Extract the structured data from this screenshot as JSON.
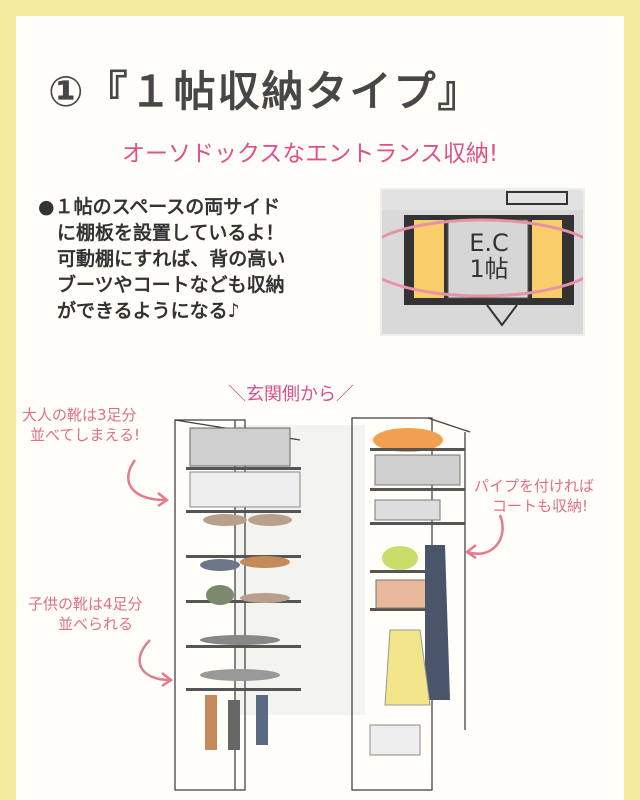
{
  "title": "①『１帖収納タイプ』",
  "subtitle": "オーソドックスなエントランス収納!",
  "bullet_lines": [
    "●１帖のスペースの両サイド",
    "　に棚板を設置しているよ！",
    "　可動棚にすれば、背の高い",
    "　ブーツやコートなども収納",
    "　ができるようになる♪"
  ],
  "floor_plan": {
    "label_line1": "E.C",
    "label_line2": "1帖"
  },
  "illustration": {
    "view_label": "＼玄関側から／",
    "note_adult": [
      "大人の靴は3足分",
      "並べてしまえる!"
    ],
    "note_child": [
      "子供の靴は4足分",
      "並べられる"
    ],
    "note_pipe": [
      "パイプを付ければ",
      "コートも収納!"
    ]
  },
  "colors": {
    "border": "#f2ea9f",
    "accent_pink": "#e0508a",
    "highlight_yellow": "#f9cd6a"
  }
}
